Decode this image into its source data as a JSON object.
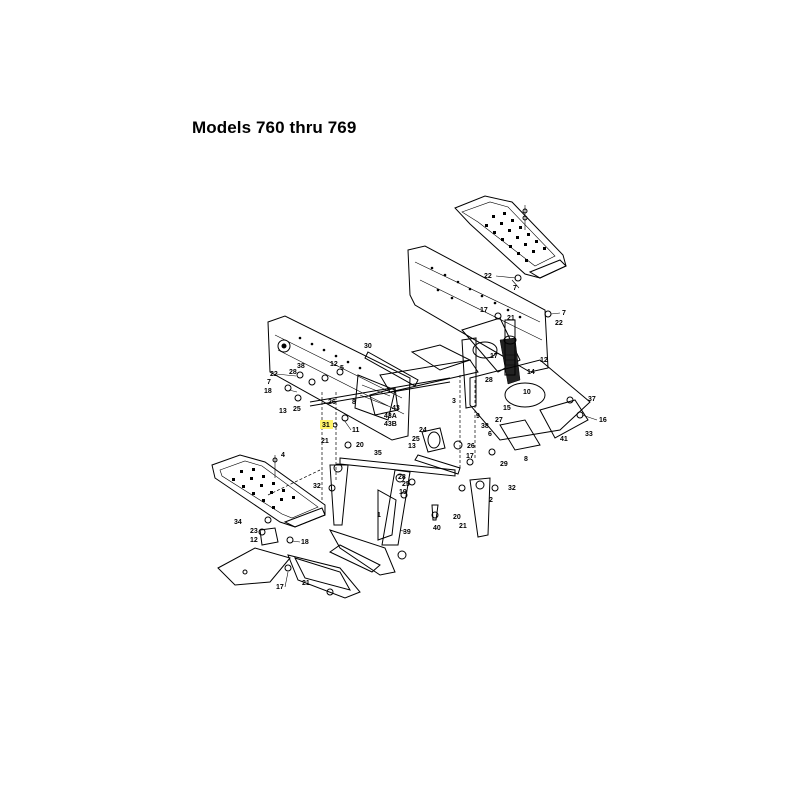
{
  "title": "Models 760 thru 769",
  "highlighted_part": "31",
  "colors": {
    "highlight": "#fff36a",
    "ink": "#000000",
    "background": "#ffffff"
  },
  "callouts": {
    "c_22a": "22",
    "c_7a": "7",
    "c_17a": "17",
    "c_21a": "21",
    "c_22b": "22",
    "c_17b": "17",
    "c_12a": "12",
    "c_14a": "14",
    "c_28a": "28",
    "c_10a": "10",
    "c_15a": "15",
    "c_37a": "37",
    "c_16a": "16",
    "c_33a": "33",
    "c_41a": "41",
    "c_27a": "27",
    "c_38a": "38",
    "c_6a": "6",
    "c_9a": "9",
    "c_3a": "3",
    "c_30a": "30",
    "c_5a": "5",
    "c_22c": "22",
    "c_28b": "28",
    "c_7b": "7",
    "c_18a": "18",
    "c_25a": "25",
    "c_13a": "13",
    "c_38b": "38",
    "c_12b": "12",
    "c_26a": "26",
    "c_8a": "8",
    "c_43": "43",
    "c_43a": "43A",
    "c_43b": "43B",
    "c_31": "31",
    "c_11a": "11",
    "c_21b": "21",
    "c_20a": "20",
    "c_35a": "35",
    "c_24a": "24",
    "c_25b": "25",
    "c_13b": "13",
    "c_26b": "26",
    "c_17c": "17",
    "c_29a": "29",
    "c_8b": "8",
    "c_4a": "4",
    "c_32a": "32",
    "c_28c": "28",
    "c_25c": "25",
    "c_19a": "19",
    "c_1a": "1",
    "c_39a": "39",
    "c_40a": "40",
    "c_32b": "32",
    "c_2a": "2",
    "c_20b": "20",
    "c_21c": "21",
    "c_34a": "34",
    "c_23a": "23",
    "c_12c": "12",
    "c_18b": "18",
    "c_17d": "17",
    "c_21d": "21"
  }
}
